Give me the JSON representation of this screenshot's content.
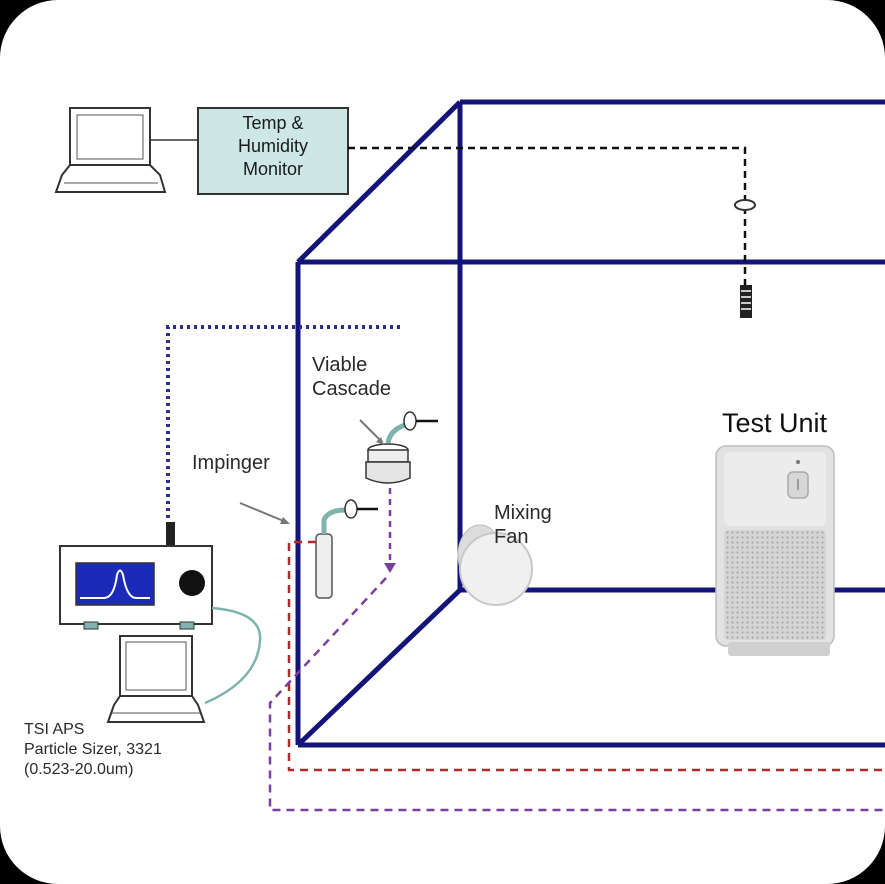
{
  "labels": {
    "temp_monitor": "Temp &\nHumidity\nMonitor",
    "viable_cascade": "Viable\nCascade",
    "impinger": "Impinger",
    "mixing_fan": "Mixing\nFan",
    "test_unit": "Test Unit",
    "aps": "TSI APS\nParticle Sizer, 3321\n(0.523-20.0um)"
  },
  "colors": {
    "chamber": "#13137a",
    "monitor_fill": "#cde6e6",
    "dotted_line": "#2f2f8a",
    "dashed_purple": "#7b3fa0",
    "dashed_red": "#b02a2a",
    "screen_blue": "#1b2bb8",
    "cable_teal": "#7fb3ad"
  },
  "icons": [
    "laptop-icon",
    "thermometer-sensor-icon",
    "impinger-icon",
    "viable-cascade-icon",
    "mixing-fan-icon",
    "air-purifier-icon",
    "particle-sizer-icon"
  ]
}
